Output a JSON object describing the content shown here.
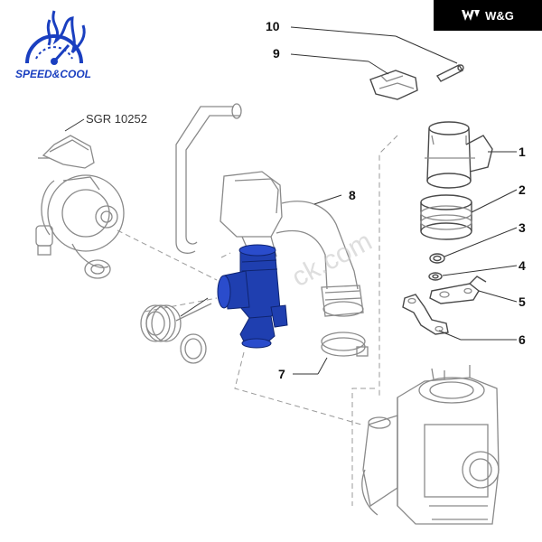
{
  "brand_box": {
    "text": "W&G",
    "background": "#000000"
  },
  "logo": {
    "text": "SPEED&COOL",
    "color": "#1a3fc0"
  },
  "reference": {
    "text": "SGR 10252"
  },
  "watermark": {
    "text": "ck.com"
  },
  "callouts": [
    {
      "id": "1",
      "text": "1"
    },
    {
      "id": "2",
      "text": "2"
    },
    {
      "id": "3",
      "text": "3"
    },
    {
      "id": "4",
      "text": "4"
    },
    {
      "id": "5",
      "text": "5"
    },
    {
      "id": "6",
      "text": "6"
    },
    {
      "id": "7",
      "text": "7"
    },
    {
      "id": "8",
      "text": "8"
    },
    {
      "id": "9",
      "text": "9"
    },
    {
      "id": "10",
      "text": "10"
    }
  ],
  "highlight_color": "#1f3fb0"
}
